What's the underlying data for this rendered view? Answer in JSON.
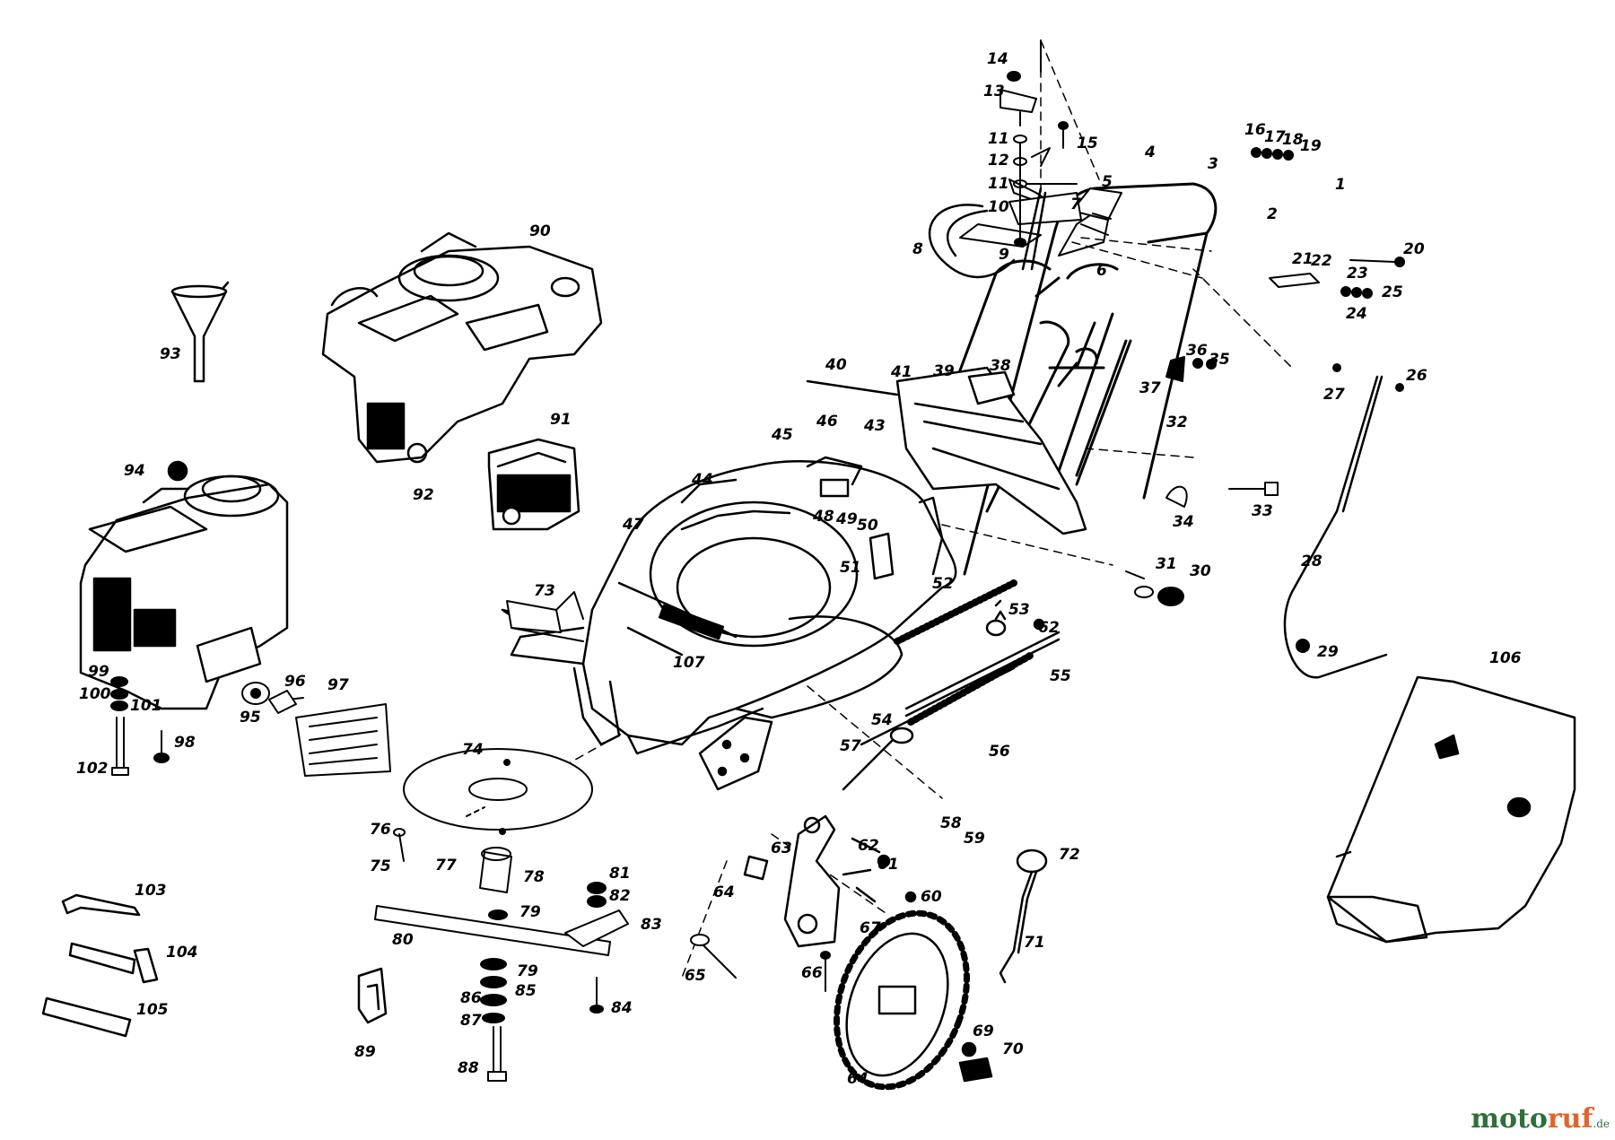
{
  "colors": {
    "ink": "#000000",
    "paper": "#ffffff",
    "wm_green": "#2e6f3b",
    "wm_orange": "#e2642a"
  },
  "watermark": {
    "part1": "moto",
    "part2": "ruf",
    "suffix": ".de"
  },
  "labels": [
    "1",
    "2",
    "3",
    "4",
    "5",
    "6",
    "7",
    "8",
    "9",
    "10",
    "11",
    "11",
    "12",
    "13",
    "14",
    "15",
    "16",
    "17",
    "18",
    "19",
    "20",
    "21",
    "22",
    "23",
    "24",
    "25",
    "26",
    "27",
    "28",
    "29",
    "30",
    "31",
    "32",
    "33",
    "34",
    "35",
    "36",
    "37",
    "38",
    "39",
    "40",
    "41",
    "43",
    "44",
    "45",
    "46",
    "47",
    "48",
    "49",
    "50",
    "51",
    "52",
    "53",
    "54",
    "55",
    "56",
    "57",
    "58",
    "59",
    "60",
    "61",
    "62",
    "62",
    "63",
    "64",
    "64",
    "65",
    "66",
    "67",
    "69",
    "70",
    "71",
    "72",
    "73",
    "74",
    "75",
    "76",
    "77",
    "78",
    "79",
    "79",
    "80",
    "81",
    "82",
    "83",
    "84",
    "85",
    "86",
    "87",
    "88",
    "89",
    "90",
    "91",
    "92",
    "93",
    "94",
    "95",
    "96",
    "97",
    "98",
    "99",
    "100",
    "101",
    "102",
    "103",
    "104",
    "105",
    "106",
    "107"
  ]
}
